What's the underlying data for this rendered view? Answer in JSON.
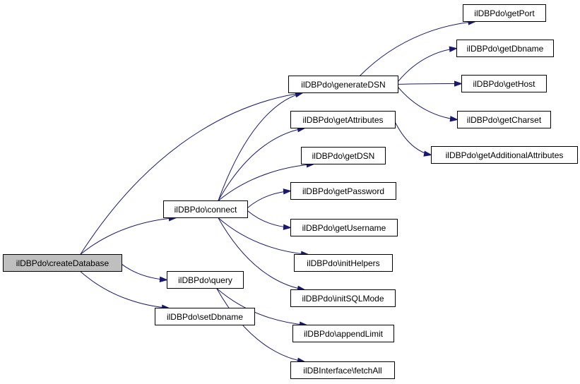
{
  "nodes": [
    {
      "id": "createDatabase",
      "label": "ilDBPdo\\createDatabase"
    },
    {
      "id": "connect",
      "label": "ilDBPdo\\connect"
    },
    {
      "id": "query",
      "label": "ilDBPdo\\query"
    },
    {
      "id": "setDbname",
      "label": "ilDBPdo\\setDbname"
    },
    {
      "id": "generateDSN",
      "label": "ilDBPdo\\generateDSN"
    },
    {
      "id": "getAttributes",
      "label": "ilDBPdo\\getAttributes"
    },
    {
      "id": "getDSN",
      "label": "ilDBPdo\\getDSN"
    },
    {
      "id": "getPassword",
      "label": "ilDBPdo\\getPassword"
    },
    {
      "id": "getUsername",
      "label": "ilDBPdo\\getUsername"
    },
    {
      "id": "initHelpers",
      "label": "ilDBPdo\\initHelpers"
    },
    {
      "id": "initSQLMode",
      "label": "ilDBPdo\\initSQLMode"
    },
    {
      "id": "appendLimit",
      "label": "ilDBPdo\\appendLimit"
    },
    {
      "id": "fetchAll",
      "label": "ilDBInterface\\fetchAll"
    },
    {
      "id": "getPort",
      "label": "ilDBPdo\\getPort"
    },
    {
      "id": "getDbname",
      "label": "ilDBPdo\\getDbname"
    },
    {
      "id": "getHost",
      "label": "ilDBPdo\\getHost"
    },
    {
      "id": "getCharset",
      "label": "ilDBPdo\\getCharset"
    },
    {
      "id": "getAdditionalAttributes",
      "label": "ilDBPdo\\getAdditionalAttributes"
    }
  ],
  "edges": [
    {
      "from": "createDatabase",
      "to": "generateDSN"
    },
    {
      "from": "createDatabase",
      "to": "connect"
    },
    {
      "from": "createDatabase",
      "to": "query"
    },
    {
      "from": "createDatabase",
      "to": "setDbname"
    },
    {
      "from": "connect",
      "to": "generateDSN"
    },
    {
      "from": "connect",
      "to": "getAttributes"
    },
    {
      "from": "connect",
      "to": "getDSN"
    },
    {
      "from": "connect",
      "to": "getPassword"
    },
    {
      "from": "connect",
      "to": "getUsername"
    },
    {
      "from": "connect",
      "to": "initHelpers"
    },
    {
      "from": "connect",
      "to": "initSQLMode"
    },
    {
      "from": "query",
      "to": "appendLimit"
    },
    {
      "from": "query",
      "to": "fetchAll"
    },
    {
      "from": "generateDSN",
      "to": "getPort"
    },
    {
      "from": "generateDSN",
      "to": "getDbname"
    },
    {
      "from": "generateDSN",
      "to": "getHost"
    },
    {
      "from": "generateDSN",
      "to": "getCharset"
    },
    {
      "from": "getAttributes",
      "to": "getAdditionalAttributes"
    }
  ]
}
